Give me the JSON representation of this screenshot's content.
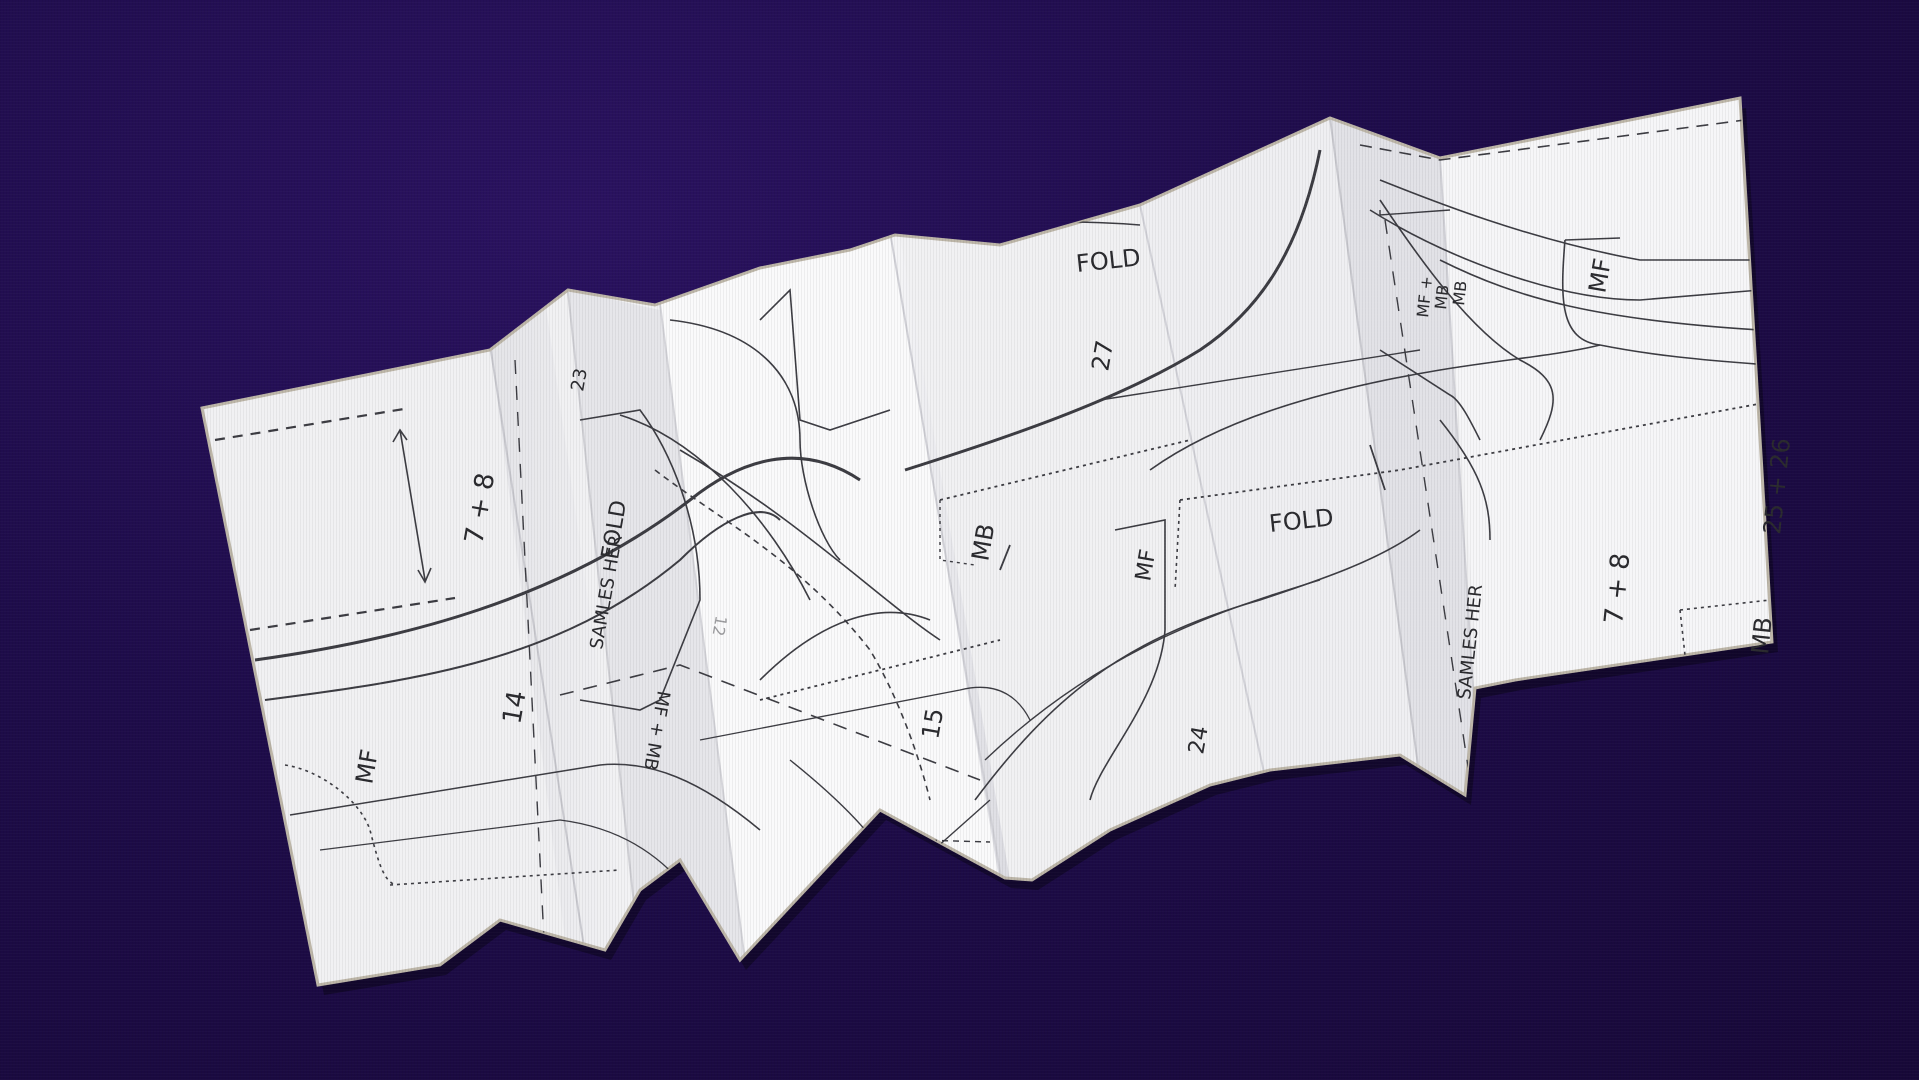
{
  "photo": {
    "background_color": "#1e0c4a",
    "paper_color": "#f1f1f3",
    "ink_color": "#3a3a40"
  },
  "labels": {
    "seven_plus_eight_left": "7 + 8",
    "fourteen": "14",
    "mf_left": "MF",
    "samles_her_left": "SAMLES HER",
    "fold_left": "FOLD",
    "twenty_three": "23",
    "mf_mb_upside": "MF + MB",
    "twelve_faint": "12",
    "fifteen": "15",
    "fold_top": "FOLD",
    "twenty_seven": "27",
    "mb_mid": "MB",
    "mf_mid": "MF",
    "fold_mid": "FOLD",
    "twenty_four": "24",
    "mf_mb_stack_1": "MF +",
    "mf_mb_stack_2": "MB",
    "mf_mb_stack_3": "MB",
    "samles_her_right": "SAMLES HER",
    "mf_right": "MF",
    "seven_plus_eight_right": "7 + 8",
    "twenty_five_plus_twenty_six": "25 + 26",
    "mb_right": "MB"
  }
}
